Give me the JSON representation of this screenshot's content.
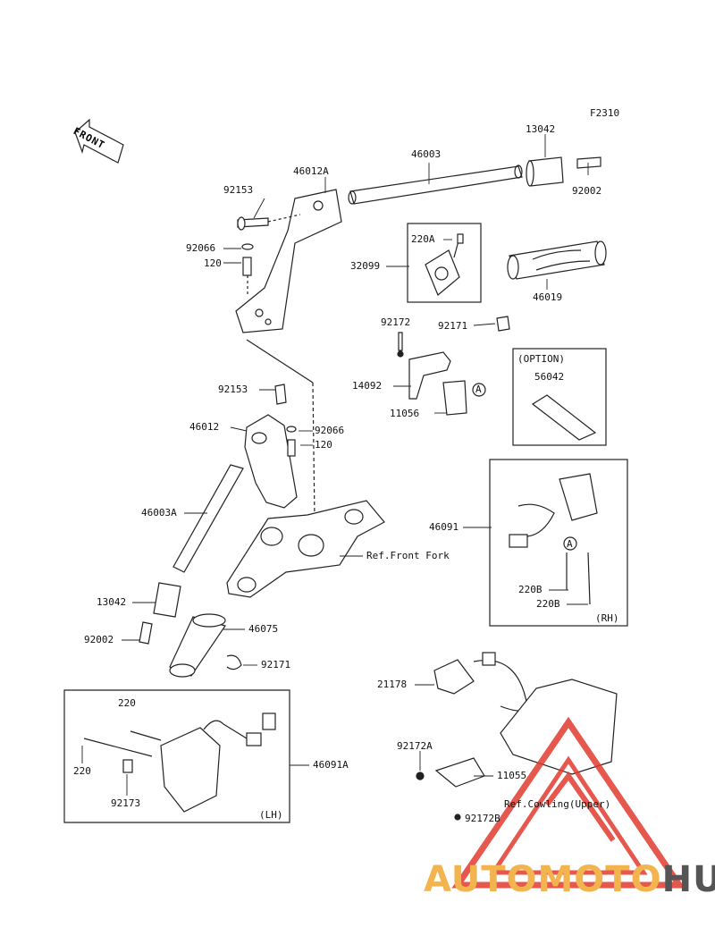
{
  "diagram": {
    "figure_code": "F2310",
    "front_label": "FRONT",
    "labels": {
      "l13042a": "13042",
      "l46003": "46003",
      "l46012a": "46012A",
      "l92153a": "92153",
      "l92002a": "92002",
      "l220a": "220A",
      "l32099": "32099",
      "l92066a": "92066",
      "l120a": "120",
      "l46019": "46019",
      "l92172": "92172",
      "l92171a": "92171",
      "l14092": "14092",
      "l11056": "11056",
      "lA1": "A",
      "lOption": "(OPTION)",
      "l56042": "56042",
      "l92153b": "92153",
      "l46012": "46012",
      "l92066b": "92066",
      "l120b": "120",
      "l46091": "46091",
      "lA2": "A",
      "l46003a": "46003A",
      "lRefFork": "Ref.Front Fork",
      "l13042b": "13042",
      "l220b1": "220B",
      "l220b2": "220B",
      "lRH": "(RH)",
      "l92002b": "92002",
      "l46075": "46075",
      "l92171b": "92171",
      "l21178": "21178",
      "l220": "220",
      "l220c": "220",
      "l46091a": "46091A",
      "l92172a": "92172A",
      "l11055": "11055",
      "l92173": "92173",
      "lRefCowl": "Ref.Cowling(Upper)",
      "lLH": "(LH)",
      "l92172b": "92172B"
    },
    "watermark": {
      "part1": "AUTOMOTO",
      "part2": "HUB",
      "color1": "#f2b44f",
      "color2": "#555555",
      "logo_color": "#e23a2e"
    }
  }
}
